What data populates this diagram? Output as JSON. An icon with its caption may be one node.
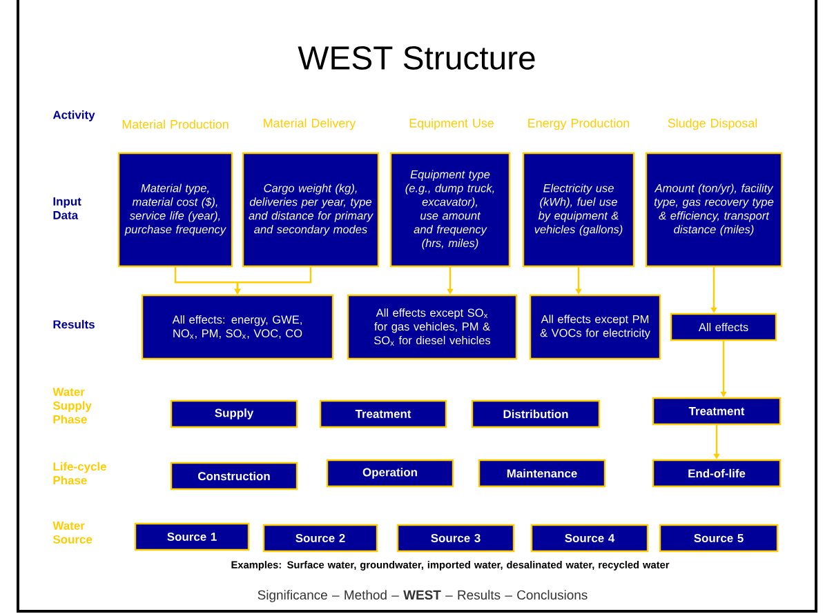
{
  "diagram": {
    "title": "WEST Structure",
    "nodes": [
      {
        "text": [
          "Material type, material cost ($), service life (year), purchase frequency"
        ]
      },
      {
        "text": [
          "Cargo weight (kg), deliveries per year, type and distance for primary and secondary modes"
        ]
      },
      {
        "text": [
          "Equipment type (e.g., dump truck, excavator), use amount and frequency (hrs, miles)"
        ]
      },
      {
        "text": [
          "Electricity use (kWh), fuel use by equipment & vehicles (gallons)"
        ]
      },
      {
        "text": [
          "Amount (ton/yr), facility type, gas recovery type & efficiency, transport distance (miles)"
        ]
      },
      {
        "text": [
          "All effects: energy, GWE, NO$_{x}$, PM, SO$_{x}$, VOC, CO"
        ]
      },
      {
        "text": [
          "All effects except SO$_{x}$ for gas vehicles, PM & SO$_{x}$ for diesel vehicles"
        ]
      },
      {
        "text": [
          "All effects except PM & VOCs for electricity"
        ]
      },
      {
        "text": [
          "All effects"
        ]
      },
      {
        "text": [
          "Supply"
        ]
      },
      {
        "text": [
          "Treatment"
        ]
      },
      {
        "text": [
          "Distribution"
        ]
      },
      {
        "text": [
          "Treatment"
        ]
      },
      {
        "text": [
          "Construction"
        ]
      },
      {
        "text": [
          "Operation"
        ]
      },
      {
        "text": [
          "Maintenance"
        ]
      },
      {
        "text": [
          "End-of-life"
        ]
      },
      {
        "text": [
          "Source 1"
        ]
      },
      {
        "text": [
          "Source 2"
        ]
      },
      {
        "text": [
          "Source 3"
        ]
      },
      {
        "text": [
          "Source 4"
        ]
      },
      {
        "text": [
          "Source 5"
        ]
      }
    ],
    "edges": [
      {
        "from": 0,
        "to": 5,
        "arrow": "to"
      },
      {
        "from": 1,
        "to": 5,
        "arrow": "to"
      },
      {
        "from": 2,
        "to": 6,
        "arrow": "to"
      },
      {
        "from": 3,
        "to": 7,
        "arrow": "to"
      },
      {
        "from": 4,
        "to": 8,
        "arrow": "to"
      },
      {
        "from": 8,
        "to": 12,
        "arrow": "to"
      },
      {
        "from": 12,
        "to": 16,
        "arrow": "to"
      }
    ],
    "labels": [
      "Activity",
      "Material Production",
      "Material Delivery",
      "Equipment Use",
      "Energy Production",
      "Sludge Disposal",
      "Input Data",
      "Results",
      "Water Supply Phase",
      "Life-cycle Phase",
      "Water Source",
      "Examples: Surface water, groundwater, imported water, desalinated water, recycled water",
      "Significance – Method – **WEST** – Results – Conclusions"
    ]
  }
}
